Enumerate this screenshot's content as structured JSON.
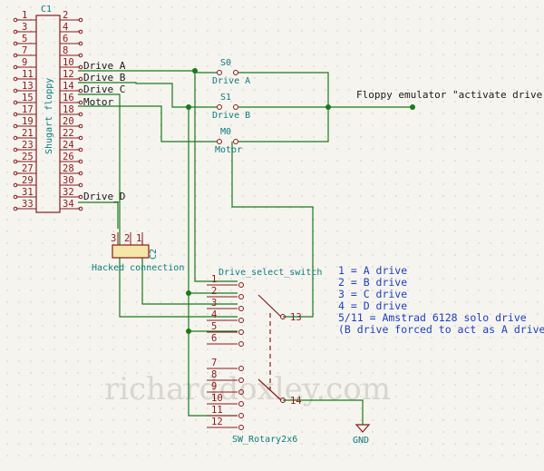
{
  "header_pins": {
    "ref": "C1",
    "label": "Shugart floppy",
    "left": [
      "1",
      "3",
      "5",
      "7",
      "9",
      "11",
      "13",
      "15",
      "17",
      "19",
      "21",
      "23",
      "25",
      "27",
      "29",
      "31",
      "33"
    ],
    "right": [
      "2",
      "4",
      "6",
      "8",
      "10",
      "12",
      "14",
      "16",
      "18",
      "20",
      "22",
      "24",
      "26",
      "28",
      "30",
      "32",
      "34"
    ]
  },
  "nets": {
    "drive_a": "Drive_A",
    "drive_b": "Drive_B",
    "drive_c": "Drive_C",
    "motor": "Motor",
    "drive_d": "Drive_D",
    "gnd": "GND"
  },
  "jumpers": [
    {
      "ref": "S0",
      "value": "Drive A"
    },
    {
      "ref": "S1",
      "value": "Drive B"
    },
    {
      "ref": "M0",
      "value": "Motor"
    }
  ],
  "emulator_label": "Floppy emulator \"activate drive\"",
  "hacked": {
    "ref": "C2",
    "value": "Hacked connection",
    "pins": [
      "3",
      "2",
      "1"
    ]
  },
  "switch": {
    "ref": "Drive_select_switch",
    "value": "SW_Rotary2x6",
    "positions_a": [
      "1",
      "2",
      "3",
      "4",
      "5",
      "6"
    ],
    "positions_b": [
      "7",
      "8",
      "9",
      "10",
      "11",
      "12"
    ],
    "common_a": "13",
    "common_b": "14"
  },
  "notes": [
    "1 = A drive",
    "2 = B drive",
    "3 = C drive",
    "4 = D drive",
    "5/11 = Amstrad 6128 solo drive",
    "(B drive forced to act as A drive)"
  ],
  "watermark": "richarddoxley.com"
}
